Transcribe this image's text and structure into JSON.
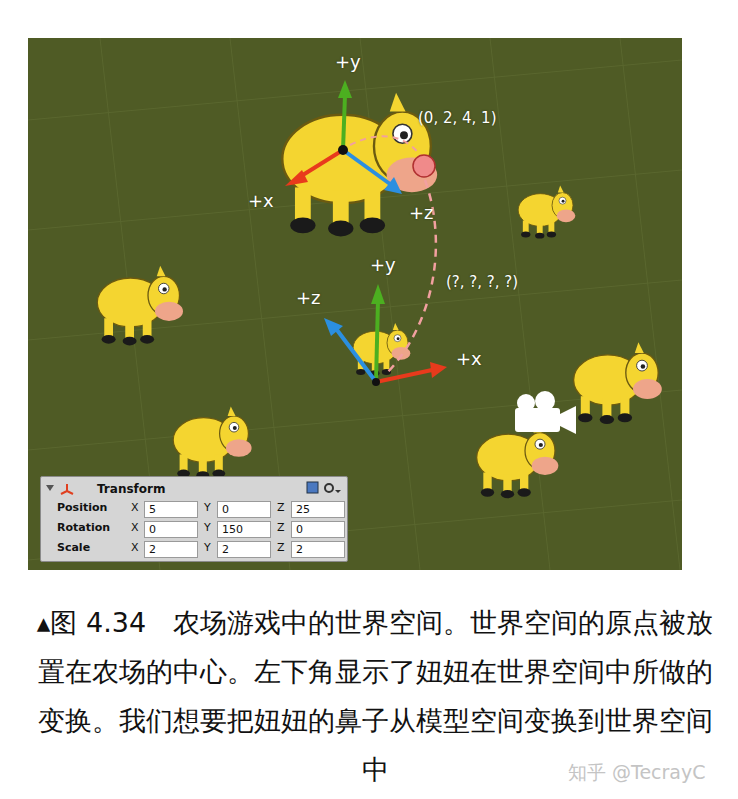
{
  "diagram": {
    "caption": "▴图 4.34　农场游戏中的世界空间。世界空间的原点被放置在农场的中心。左下角显示了妞妞在世界空间中所做的变换。我们想要把妞妞的鼻子从模型空间变换到世界空间中",
    "nodes": [
      {
        "text": [
          "Transform"
        ]
      },
      {
        "text": [
          "5"
        ],
        "in": 0
      },
      {
        "text": [
          "0"
        ],
        "in": 0
      },
      {
        "text": [
          "25"
        ],
        "in": 0
      },
      {
        "text": [
          "0"
        ],
        "in": 0
      },
      {
        "text": [
          "150"
        ],
        "in": 0
      },
      {
        "text": [
          "0"
        ],
        "in": 0
      },
      {
        "text": [
          "2"
        ],
        "in": 0
      },
      {
        "text": [
          "2"
        ],
        "in": 0
      },
      {
        "text": [
          "2"
        ],
        "in": 0
      }
    ],
    "labels": [
      "+y",
      "+x",
      "+z",
      "(0, 2, 4, 1)",
      "+y",
      "+z",
      "(?, ?, ?, ?)",
      "+x",
      "Position",
      "Rotation",
      "Scale",
      "X",
      "Y",
      "Z",
      "X",
      "Y",
      "Z",
      "X",
      "Y",
      "Z",
      "知乎 @TecrayC"
    ]
  }
}
